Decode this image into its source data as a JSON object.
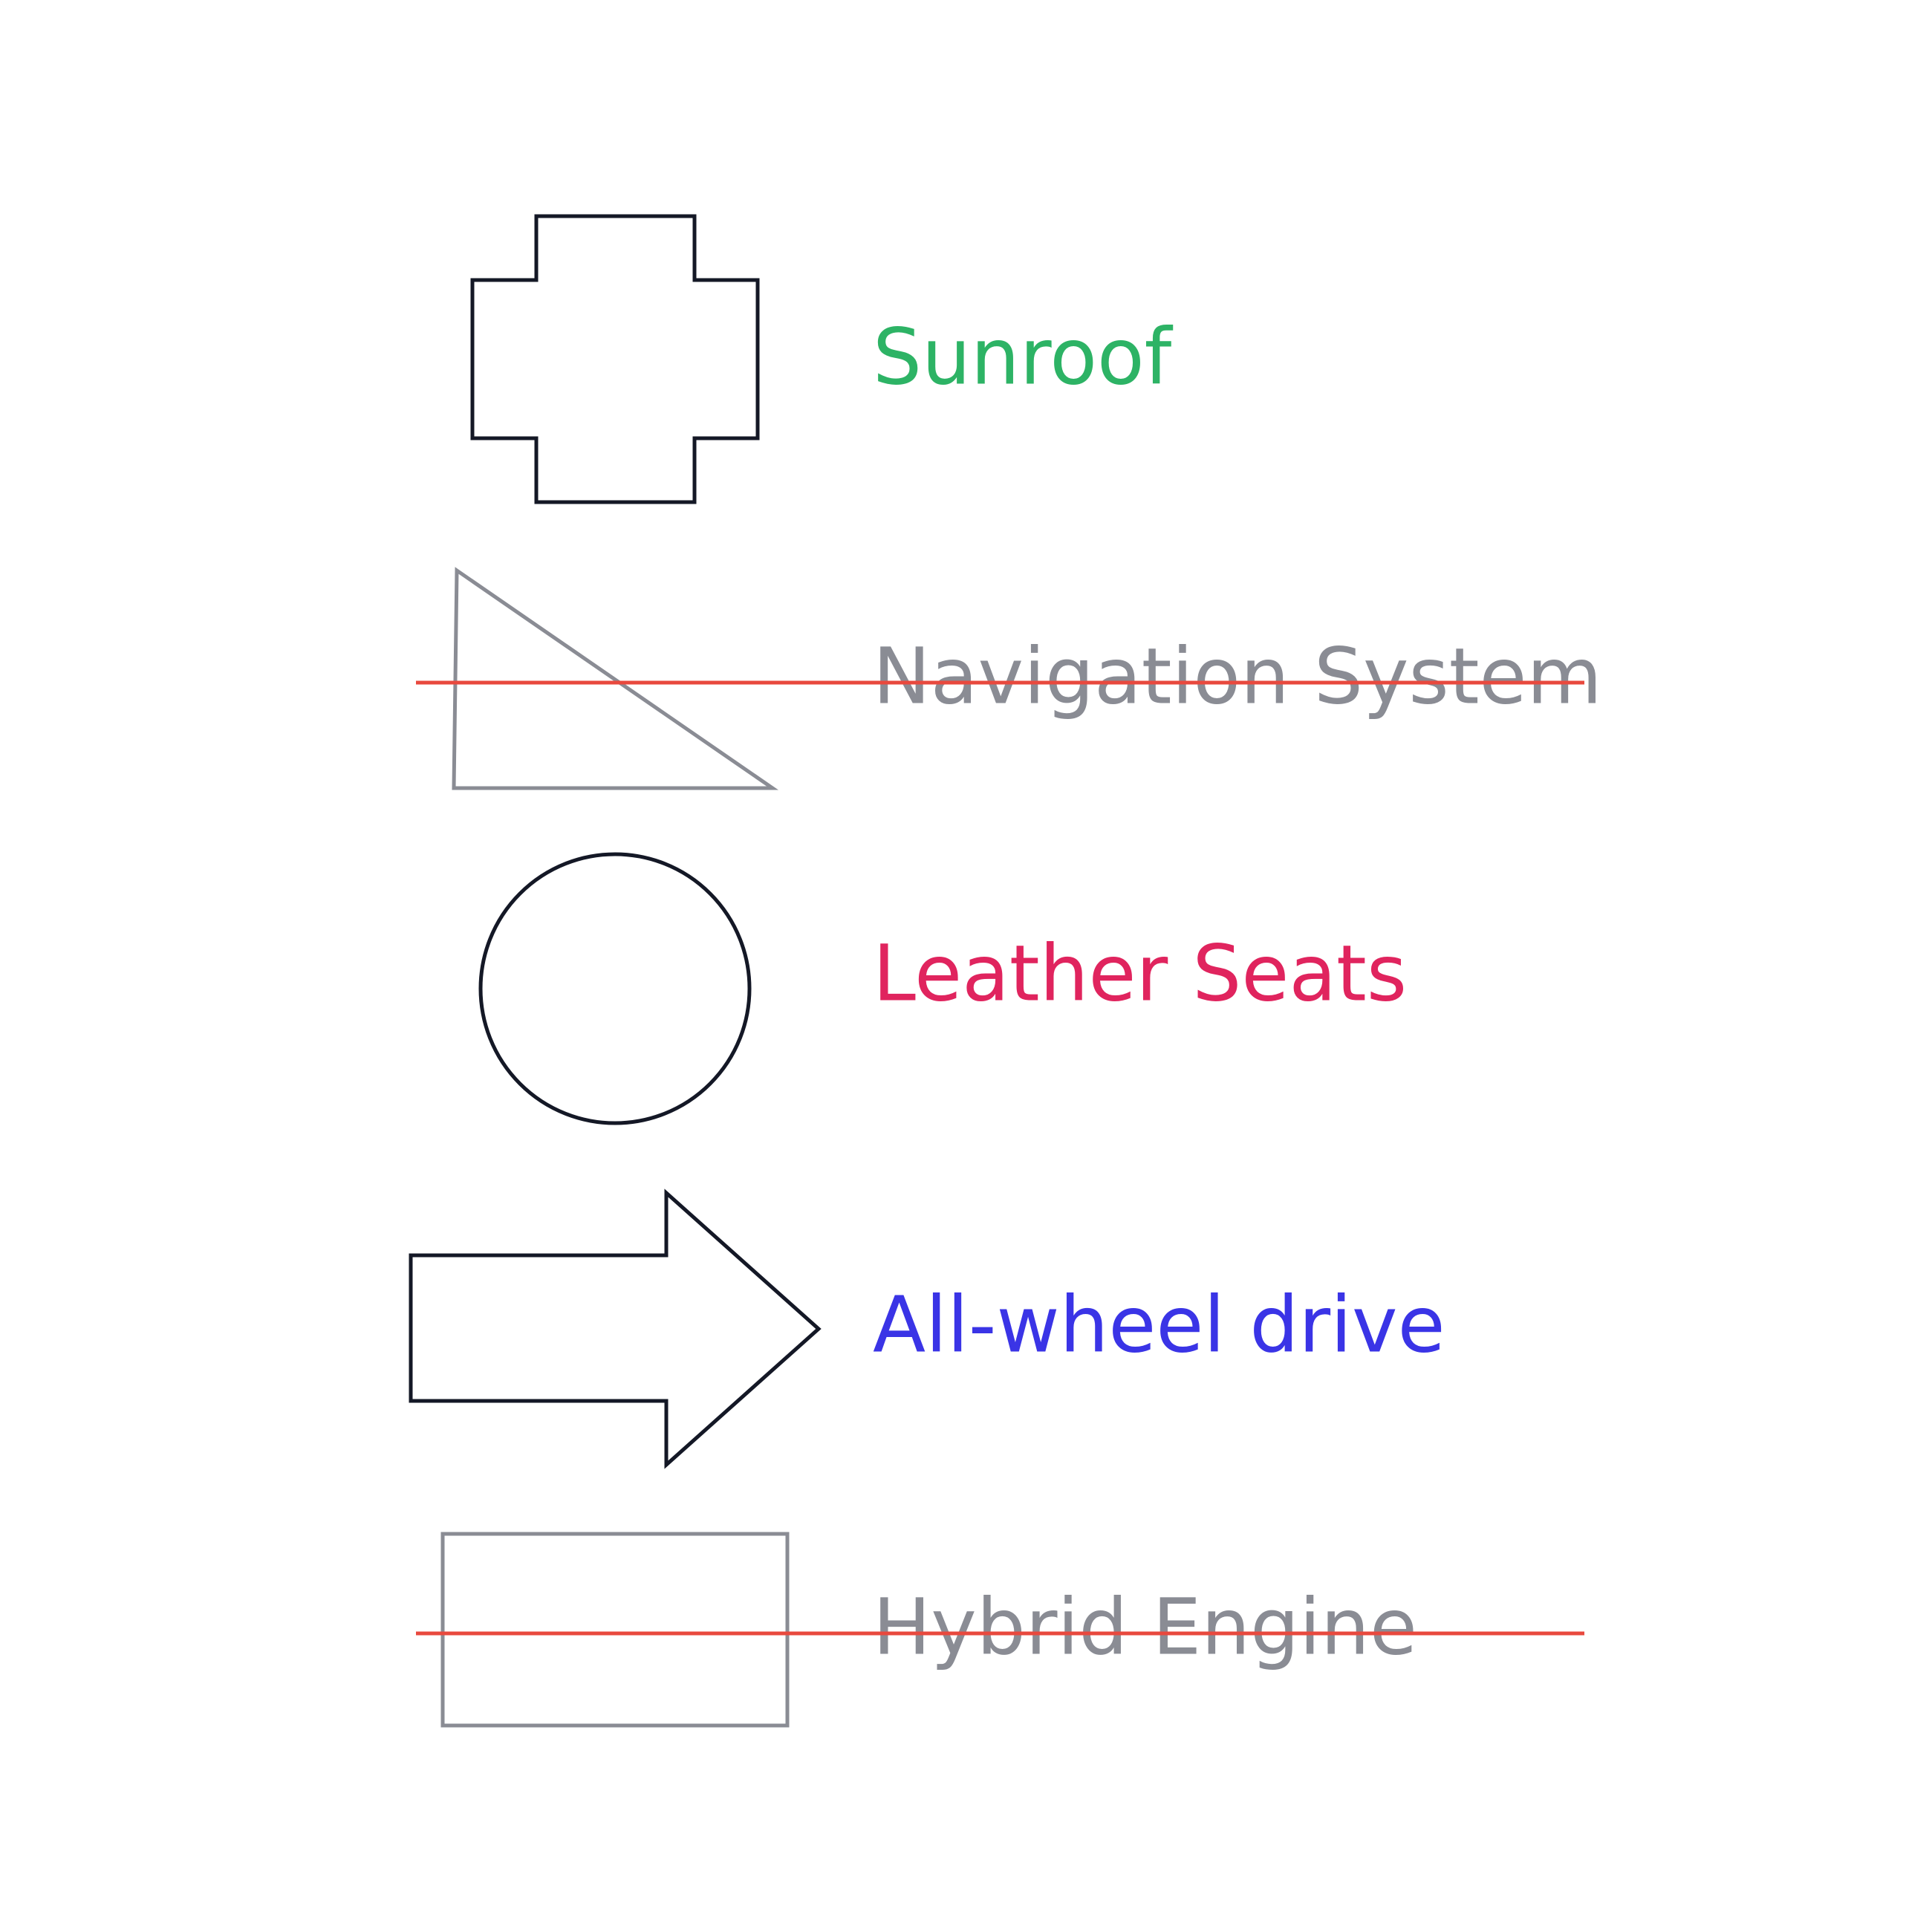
{
  "items": [
    {
      "label": "Sunroof",
      "shape": "cross-icon",
      "state": "active",
      "color": "#2DB365"
    },
    {
      "label": "Navigation System",
      "shape": "triangle-icon",
      "state": "struck",
      "color": "#8A8C94"
    },
    {
      "label": "Leather Seats",
      "shape": "circle-icon",
      "state": "active",
      "color": "#E0245E"
    },
    {
      "label": "All-wheel drive",
      "shape": "arrow-icon",
      "state": "active",
      "color": "#3A34E6"
    },
    {
      "label": "Hybrid Engine",
      "shape": "rectangle-icon",
      "state": "struck",
      "color": "#8A8C94"
    }
  ],
  "colors": {
    "shape_active": "#141826",
    "shape_struck": "#8A8C94",
    "strike_line": "#E8493E"
  }
}
